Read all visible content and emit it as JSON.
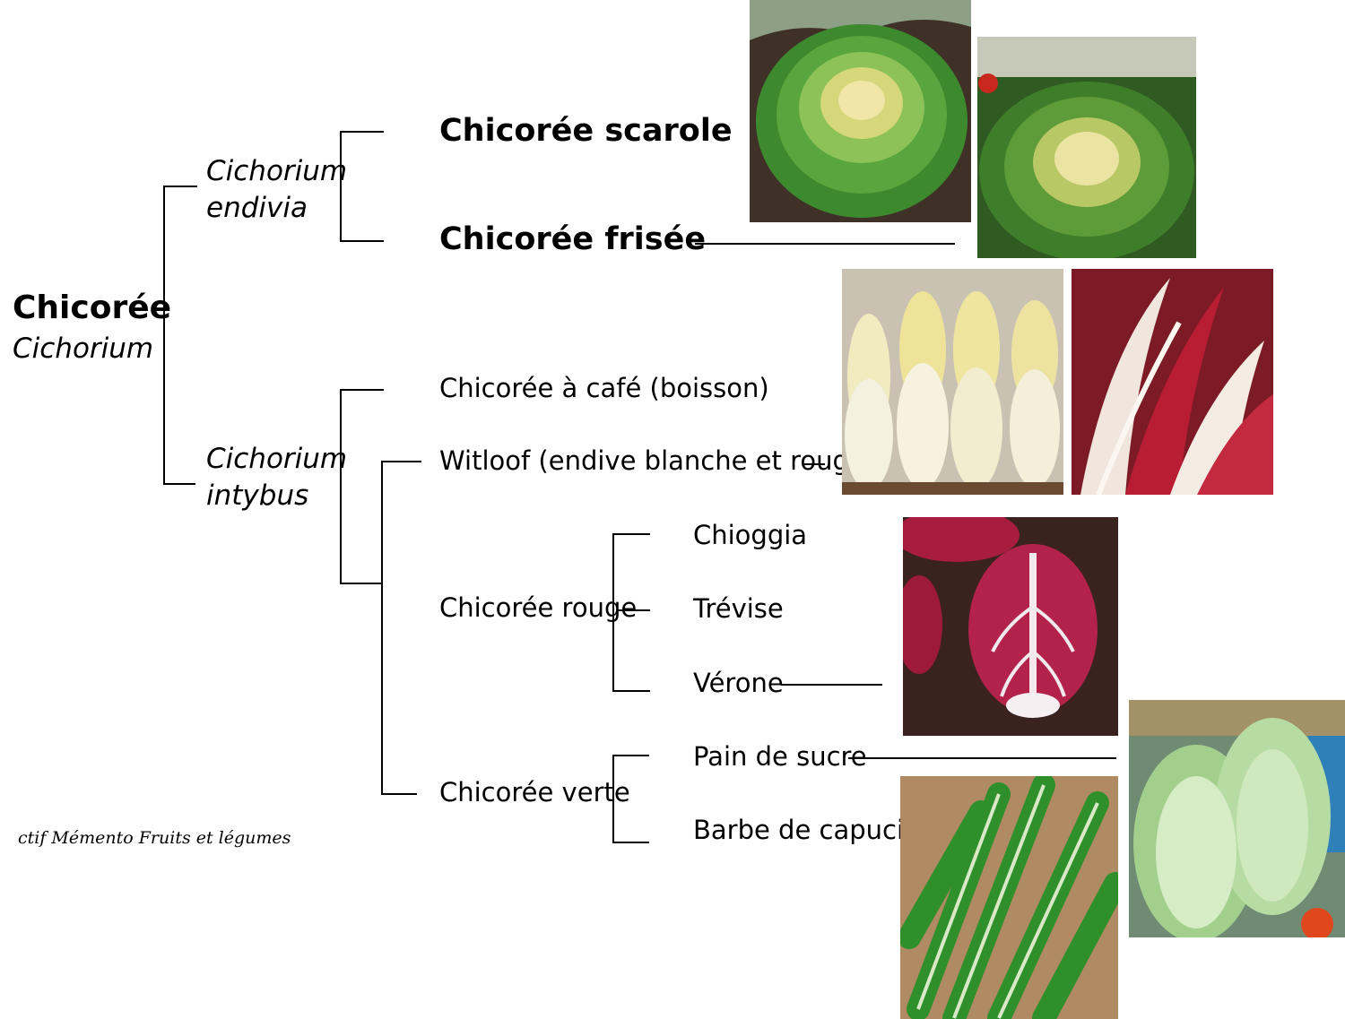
{
  "root": {
    "common": "Chicorée",
    "latin": "Cichorium"
  },
  "species": {
    "endivia": {
      "latin_line1": "Cichorium",
      "latin_line2": "endivia"
    },
    "intybus": {
      "latin_line1": "Cichorium",
      "latin_line2": "intybus"
    }
  },
  "endivia_varieties": [
    "Chicorée scarole",
    "Chicorée frisée"
  ],
  "intybus_varieties": {
    "cafe": "Chicorée à café (boisson)",
    "witloof": "Witloof (endive blanche et rouge)",
    "rouge": {
      "label": "Chicorée rouge",
      "cultivars": [
        "Chioggia",
        "Trévise",
        "Vérone"
      ]
    },
    "verte": {
      "label": "Chicorée verte",
      "cultivars": [
        "Pain de sucre",
        "Barbe de capucin"
      ]
    }
  },
  "credit": "ctif Mémento Fruits et légumes",
  "photo_icons": [
    "scarole-photo-icon",
    "frisee-photo-icon",
    "endive-blanche-photo-icon",
    "endive-rouge-photo-icon",
    "verone-photo-icon",
    "pain-de-sucre-photo-icon",
    "barbe-de-capucin-photo-icon"
  ]
}
